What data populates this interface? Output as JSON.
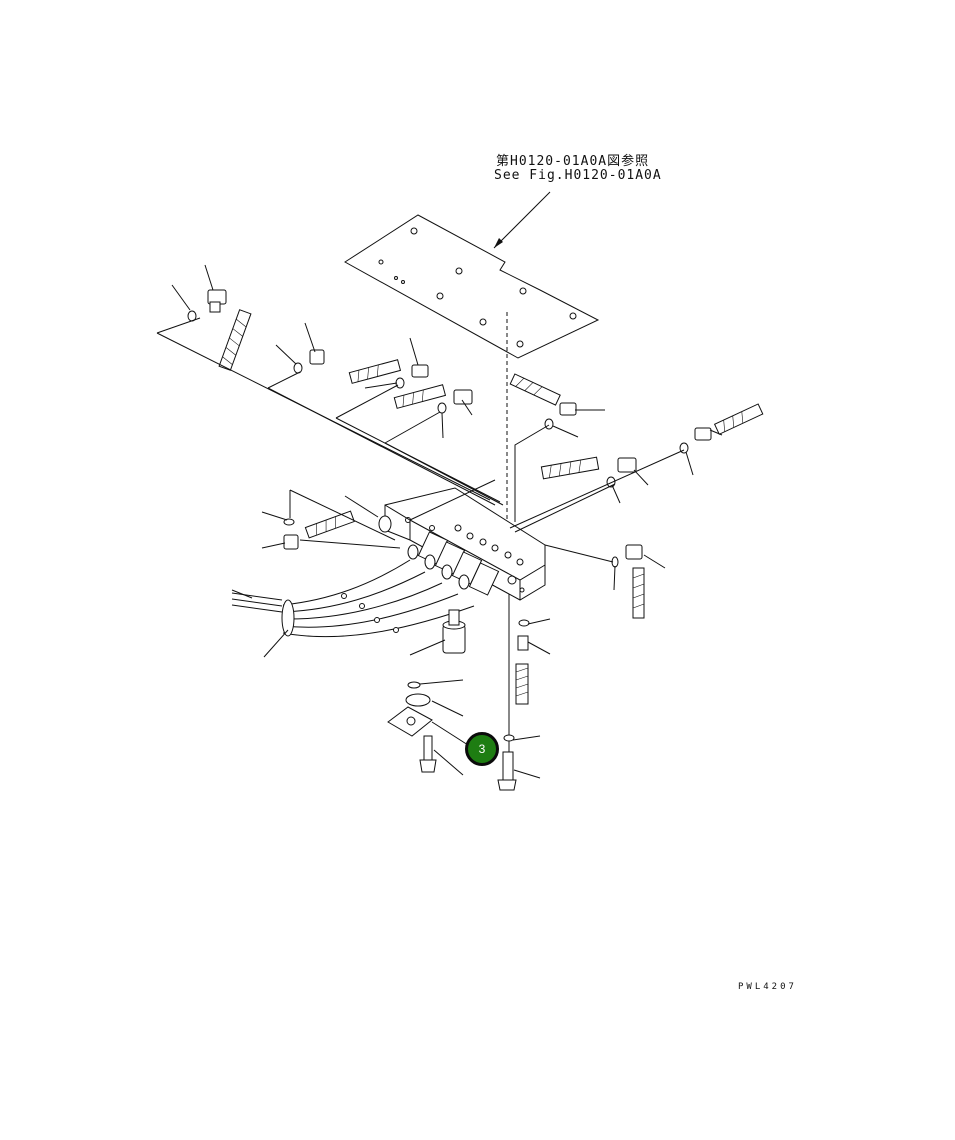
{
  "reference_note": {
    "line_jp": "第H0120-01A0A図参照",
    "line_en": "See Fig.H0120-01A0A"
  },
  "drawing_id": "PWL4207",
  "callout": {
    "number": "3",
    "color": "#1e7d12"
  }
}
